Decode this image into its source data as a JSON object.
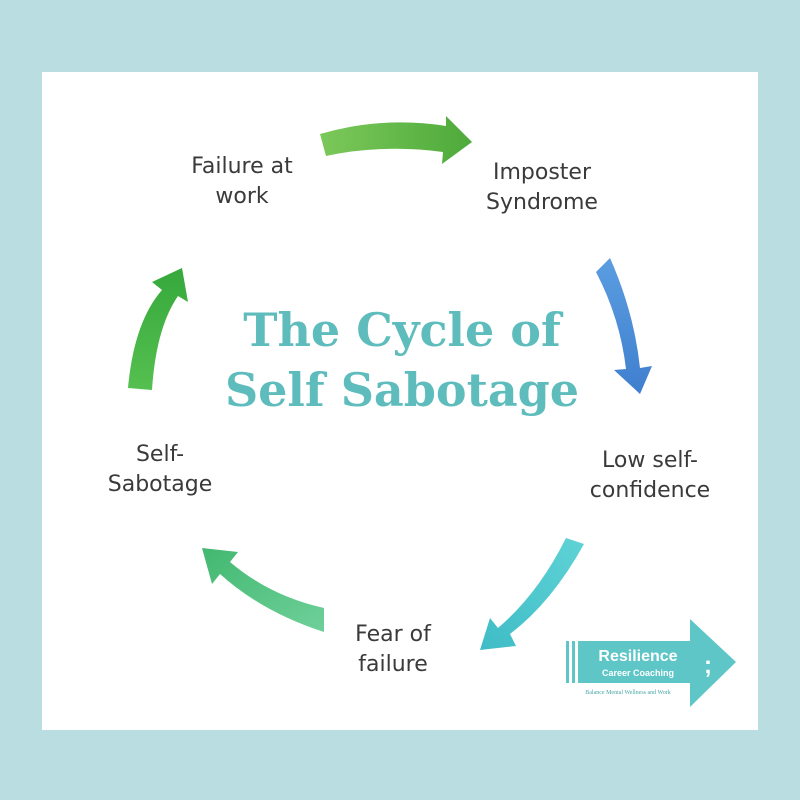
{
  "diagram": {
    "title_line1": "The Cycle of",
    "title_line2": "Self Sabotage",
    "nodes": [
      {
        "line1": "Failure at",
        "line2": "work"
      },
      {
        "line1": "Imposter",
        "line2": "Syndrome"
      },
      {
        "line1": "Low self-",
        "line2": "confidence"
      },
      {
        "line1": "Fear of",
        "line2": "failure"
      },
      {
        "line1": "Self-",
        "line2": "Sabotage"
      }
    ],
    "arrow_colors": [
      "#5cb84a",
      "#4a8fd6",
      "#4fc8cf",
      "#54c48a",
      "#48b64a"
    ]
  },
  "logo": {
    "name": "Resilience",
    "subtitle": "Career Coaching",
    "tagline": "Balance Mental Wellness and Work",
    "mark": ";",
    "color": "#5fc6c8"
  },
  "colors": {
    "background": "#b9dde0",
    "card": "#ffffff",
    "title": "#5fbcbc"
  }
}
